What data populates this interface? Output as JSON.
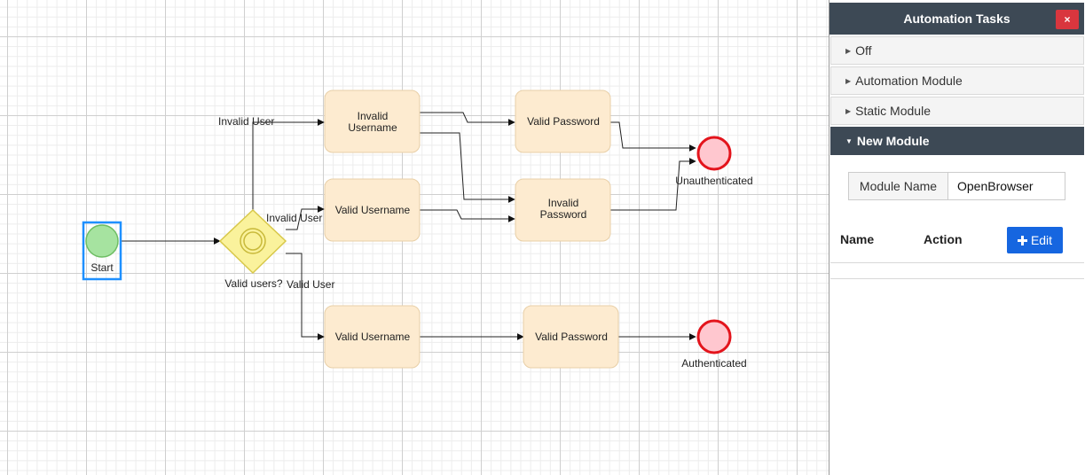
{
  "diagram": {
    "nodes": {
      "start": "Start",
      "gateway": "Valid users?",
      "invalid_username": [
        "Invalid",
        "Username"
      ],
      "valid_username_top": "Valid Username",
      "valid_username_bottom": "Valid Username",
      "valid_password_top": "Valid Password",
      "invalid_password": [
        "Invalid",
        "Password"
      ],
      "valid_password_bottom": "Valid Password",
      "end_unauth": "Unauthenticated",
      "end_auth": "Authenticated"
    },
    "edges": {
      "invalid_user_1": "Invalid User",
      "invalid_user_2": "Invalid User",
      "valid_user": "Valid User"
    },
    "colors": {
      "task_fill": "#fdebd0",
      "task_stroke": "#e8cfa7",
      "start_fill": "#a6e3a0",
      "start_stroke": "#6dbd63",
      "end_fill": "#ffc7cf",
      "end_stroke": "#e3141c",
      "gateway_fill": "#faf29c",
      "gateway_stroke": "#d8c84a",
      "selection": "#1e90ff"
    }
  },
  "panel": {
    "title": "Automation Tasks",
    "close_label": "×",
    "accordion": [
      "Off",
      "Automation Module",
      "Static Module",
      "New Module"
    ],
    "active_item": "New Module",
    "module_name_label": "Module Name",
    "module_name_value": "OpenBrowser",
    "col_name": "Name",
    "col_action": "Action",
    "edit_label": "Edit",
    "edit_icon": "plus-icon"
  }
}
